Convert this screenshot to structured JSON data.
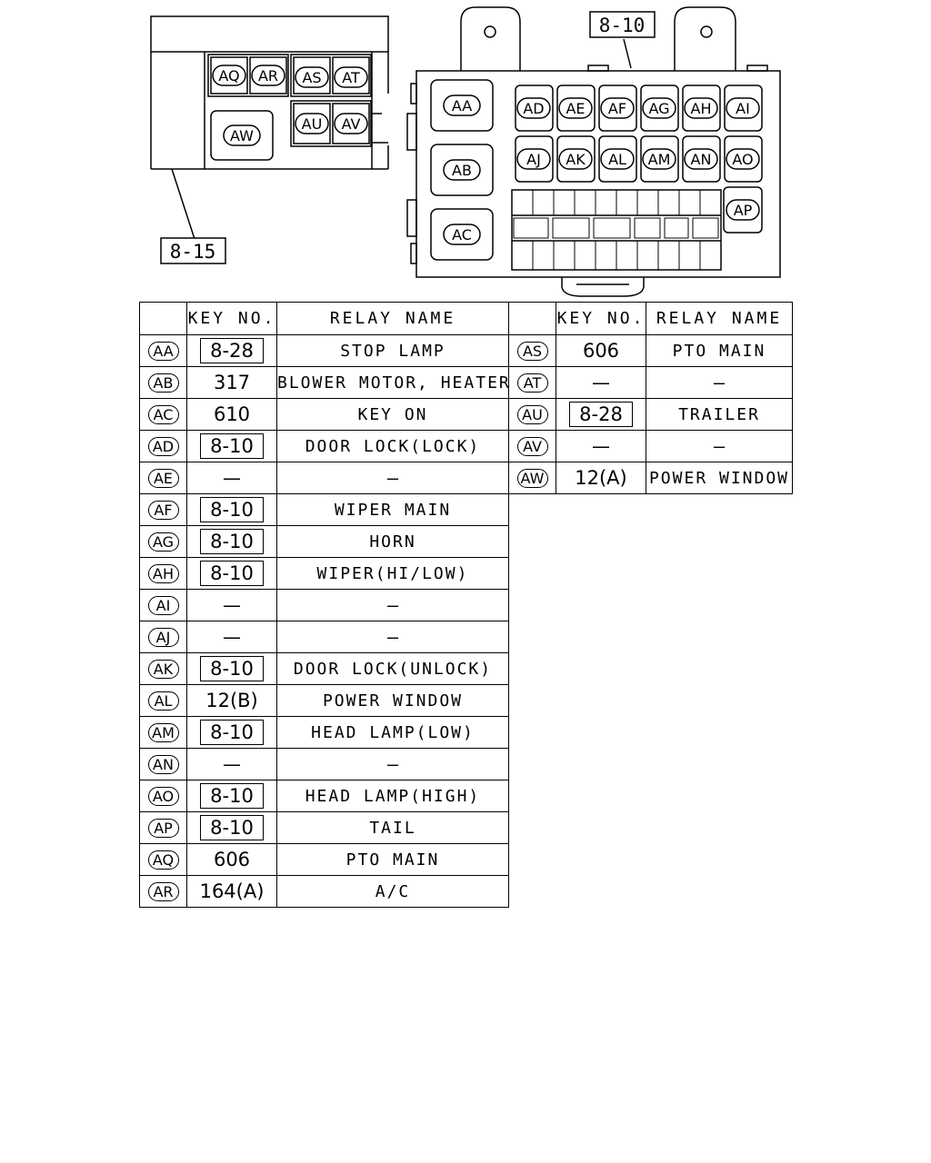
{
  "diagram": {
    "callouts": {
      "left": "8-15",
      "right": "8-10"
    },
    "left_block": [
      "AQ",
      "AR",
      "AS",
      "AT",
      "AU",
      "AV",
      "AW"
    ],
    "right_block": {
      "big": [
        "AA",
        "AB",
        "AC"
      ],
      "row1": [
        "AD",
        "AE",
        "AF",
        "AG",
        "AH",
        "AI"
      ],
      "row2": [
        "AJ",
        "AK",
        "AL",
        "AM",
        "AN",
        "AO"
      ],
      "extra": "AP"
    }
  },
  "table": {
    "headers": {
      "key_no": "KEY NO.",
      "relay_name": "RELAY NAME"
    },
    "left_rows": [
      {
        "id": "AA",
        "key": "8-28",
        "boxed": true,
        "name": "STOP LAMP"
      },
      {
        "id": "AB",
        "key": "317",
        "boxed": false,
        "name": "BLOWER MOTOR, HEATER"
      },
      {
        "id": "AC",
        "key": "610",
        "boxed": false,
        "name": "KEY ON"
      },
      {
        "id": "AD",
        "key": "8-10",
        "boxed": true,
        "name": "DOOR LOCK(LOCK)"
      },
      {
        "id": "AE",
        "key": "—",
        "boxed": false,
        "name": "—"
      },
      {
        "id": "AF",
        "key": "8-10",
        "boxed": true,
        "name": "WIPER MAIN"
      },
      {
        "id": "AG",
        "key": "8-10",
        "boxed": true,
        "name": "HORN"
      },
      {
        "id": "AH",
        "key": "8-10",
        "boxed": true,
        "name": "WIPER(HI/LOW)"
      },
      {
        "id": "AI",
        "key": "—",
        "boxed": false,
        "name": "—"
      },
      {
        "id": "AJ",
        "key": "—",
        "boxed": false,
        "name": "—"
      },
      {
        "id": "AK",
        "key": "8-10",
        "boxed": true,
        "name": "DOOR LOCK(UNLOCK)"
      },
      {
        "id": "AL",
        "key": "12(B)",
        "boxed": false,
        "name": "POWER WINDOW"
      },
      {
        "id": "AM",
        "key": "8-10",
        "boxed": true,
        "name": "HEAD LAMP(LOW)"
      },
      {
        "id": "AN",
        "key": "—",
        "boxed": false,
        "name": "—"
      },
      {
        "id": "AO",
        "key": "8-10",
        "boxed": true,
        "name": "HEAD LAMP(HIGH)"
      },
      {
        "id": "AP",
        "key": "8-10",
        "boxed": true,
        "name": "TAIL"
      },
      {
        "id": "AQ",
        "key": "606",
        "boxed": false,
        "name": "PTO MAIN"
      },
      {
        "id": "AR",
        "key": "164(A)",
        "boxed": false,
        "name": "A/C"
      }
    ],
    "right_rows": [
      {
        "id": "AS",
        "key": "606",
        "boxed": false,
        "name": "PTO MAIN"
      },
      {
        "id": "AT",
        "key": "—",
        "boxed": false,
        "name": "—"
      },
      {
        "id": "AU",
        "key": "8-28",
        "boxed": true,
        "name": "TRAILER"
      },
      {
        "id": "AV",
        "key": "—",
        "boxed": false,
        "name": "—"
      },
      {
        "id": "AW",
        "key": "12(A)",
        "boxed": false,
        "name": "POWER WINDOW"
      }
    ]
  }
}
